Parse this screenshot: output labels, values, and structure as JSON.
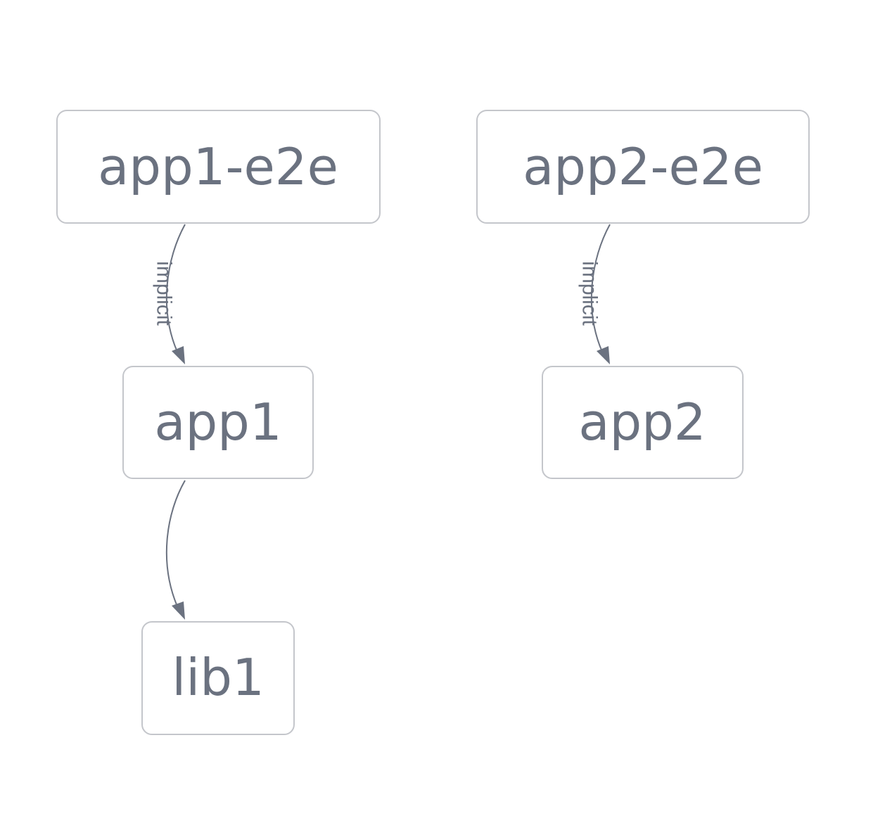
{
  "graph": {
    "nodes": [
      {
        "id": "app1-e2e",
        "label": "app1-e2e"
      },
      {
        "id": "app2-e2e",
        "label": "app2-e2e"
      },
      {
        "id": "app1",
        "label": "app1"
      },
      {
        "id": "app2",
        "label": "app2"
      },
      {
        "id": "lib1",
        "label": "lib1"
      }
    ],
    "edges": [
      {
        "from": "app1-e2e",
        "to": "app1",
        "label": "implicit"
      },
      {
        "from": "app2-e2e",
        "to": "app2",
        "label": "implicit"
      },
      {
        "from": "app1",
        "to": "lib1",
        "label": ""
      }
    ]
  },
  "colors": {
    "text": "#6b7280",
    "node_border": "#c4c6cb",
    "edge": "#6b7280",
    "background": "#ffffff"
  }
}
